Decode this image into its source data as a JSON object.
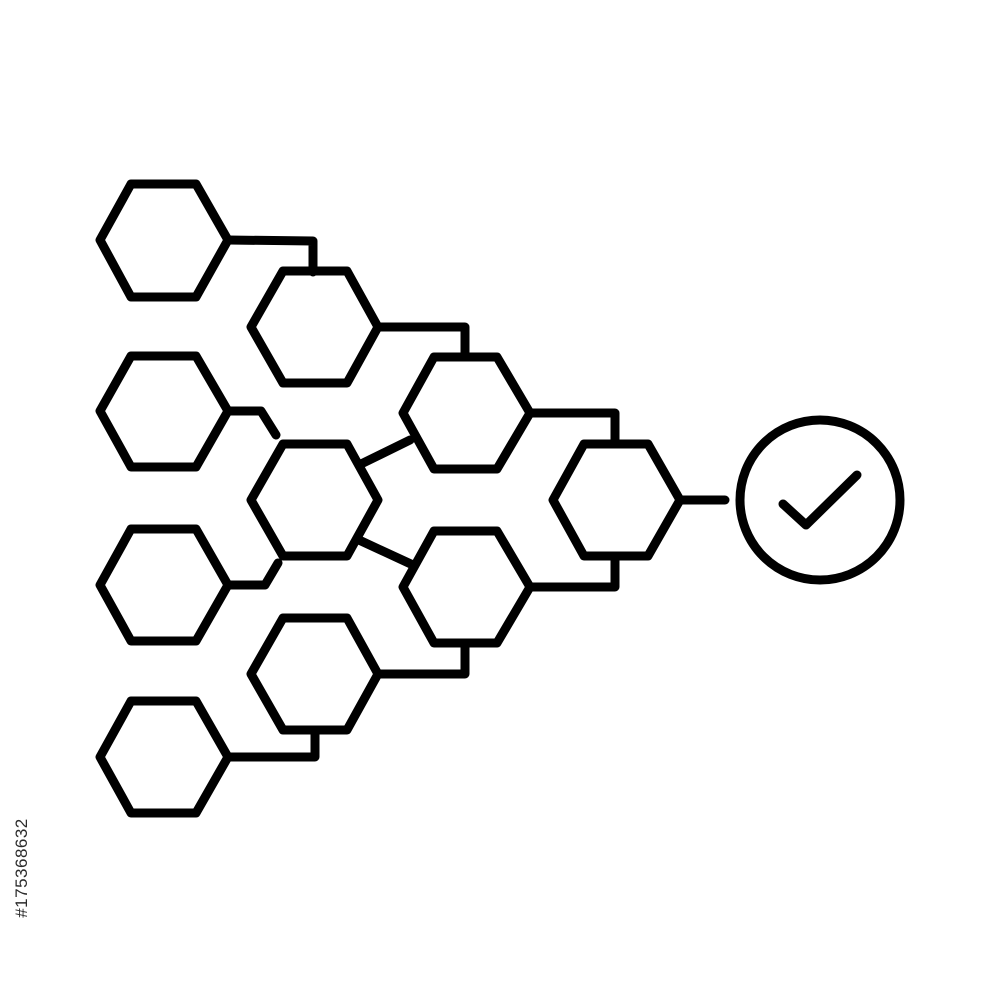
{
  "diagram": {
    "stroke_color": "#000000",
    "background_color": "#ffffff",
    "nodes": [
      {
        "id": "input-1",
        "icon": "hexagon-icon"
      },
      {
        "id": "input-2",
        "icon": "hexagon-icon"
      },
      {
        "id": "input-3",
        "icon": "hexagon-icon"
      },
      {
        "id": "input-4",
        "icon": "hexagon-icon"
      },
      {
        "id": "merge-a",
        "icon": "hexagon-icon"
      },
      {
        "id": "merge-b",
        "icon": "hexagon-icon"
      },
      {
        "id": "merge-c",
        "icon": "hexagon-icon"
      },
      {
        "id": "merge-d",
        "icon": "hexagon-icon"
      },
      {
        "id": "merge-e",
        "icon": "hexagon-icon"
      },
      {
        "id": "output",
        "icon": "hexagon-icon"
      }
    ],
    "result": {
      "icon": "check-circle-icon"
    }
  },
  "watermark": {
    "text": "#175368632"
  }
}
